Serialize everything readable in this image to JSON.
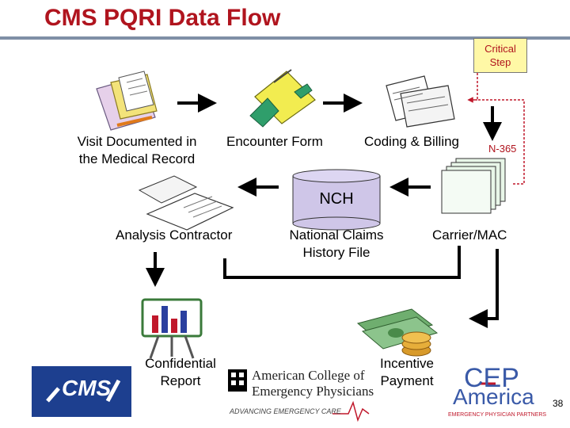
{
  "title": "CMS PQRI Data Flow",
  "callout": {
    "line1": "Critical",
    "line2": "Step"
  },
  "nodes": {
    "visit": {
      "line1": "Visit Documented in",
      "line2": "the Medical Record"
    },
    "encounter": {
      "label": "Encounter Form"
    },
    "coding": {
      "label": "Coding & Billing"
    },
    "n365": {
      "label": "N-365"
    },
    "nch": {
      "abbr": "NCH",
      "line1": "National Claims",
      "line2": "History File"
    },
    "analysis": {
      "label": "Analysis Contractor"
    },
    "carrier": {
      "label": "Carrier/MAC"
    },
    "report": {
      "line1": "Confidential",
      "line2": "Report"
    },
    "payment": {
      "line1": "Incentive",
      "line2": "Payment"
    }
  },
  "logos": {
    "cms": {
      "text": "CMS"
    },
    "acep": {
      "line1": "American College of",
      "line2": "Emergency Physicians",
      "tagline": "ADVANCING EMERGENCY CARE"
    },
    "cep": {
      "line1": "CEP",
      "line2": "America",
      "tagline": "EMERGENCY PHYSICIAN PARTNERS"
    }
  },
  "slide_number": "38",
  "colors": {
    "title": "#b0141e",
    "callout_bg": "#fff8a6",
    "red_line": "#c0182b",
    "cms_bg": "#1d3f8f",
    "cylinder": "#cfc6e8"
  }
}
